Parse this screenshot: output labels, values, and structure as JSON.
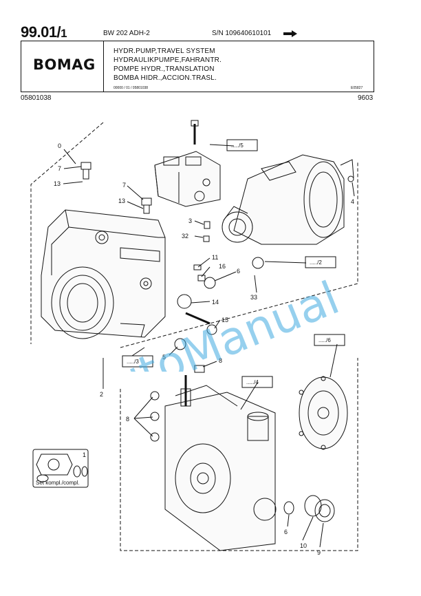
{
  "header": {
    "page_number": "99.01/",
    "page_suffix": "1",
    "model": "BW 202 ADH-2",
    "serial": "S/N 109640610101",
    "logo": "BOMAG",
    "titles": [
      "HYDR.PUMP,TRAVEL SYSTEM",
      "HYDRAULIKPUMPE,FAHRANTR.",
      "POMPE HYDR.,TRANSLATION",
      "BOMBA HIDR.,ACCION.TRASL."
    ],
    "small_ref": "00000 / 01 / 05801038",
    "small_code": "E05827",
    "part_number": "05801038",
    "date_code": "9603"
  },
  "drawing": {
    "callouts": {
      "c0": "0",
      "c7a": "7",
      "c13a": "13",
      "c7b": "7",
      "c13b": "13",
      "c3": "3",
      "c32": "32",
      "c11": "11",
      "c16": "16",
      "c6a": "6",
      "c33": "33",
      "c14": "14",
      "c15": "15",
      "c5": "5",
      "c2": "2",
      "c4": "4",
      "c8a": "8",
      "c8b": "8",
      "c1": "1",
      "c6b": "6",
      "c10": "10",
      "c9": "9"
    },
    "refs": {
      "r5": "...../5",
      "r2": "...../2",
      "r3": "...../3",
      "r6": "...../6",
      "r4": "...../4"
    },
    "set_label": "Set kompl./compl."
  },
  "watermark": "AutoManual"
}
